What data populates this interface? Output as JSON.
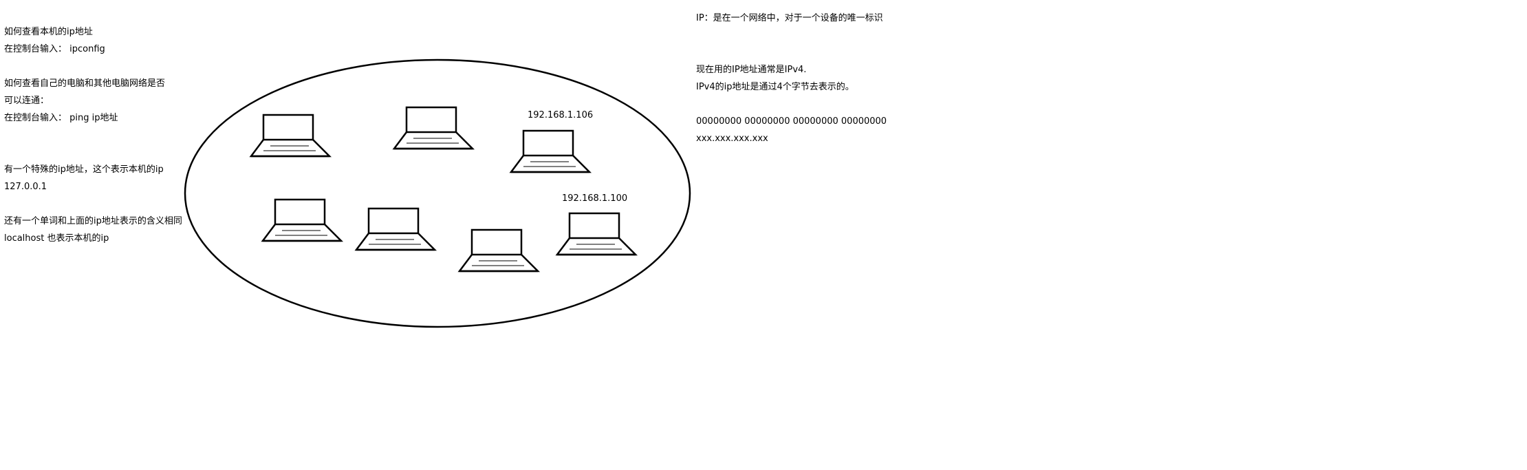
{
  "left_notes": [
    "如何查看本机的ip地址",
    "在控制台输入： ipconfig",
    "",
    "如何查看自己的电脑和其他电脑网络是否",
    "可以连通：",
    "在控制台输入： ping ip地址",
    "",
    "",
    "有一个特殊的ip地址，这个表示本机的ip",
    "127.0.0.1",
    "",
    "还有一个单词和上面的ip地址表示的含义相同",
    "localhost 也表示本机的ip"
  ],
  "right_notes": [
    "IP：是在一个网络中，对于一个设备的唯一标识",
    "",
    "",
    "现在用的IP地址通常是IPv4.",
    "IPv4的ip地址是通过4个字节去表示的。",
    "",
    "00000000 00000000 00000000 00000000",
    "xxx.xxx.xxx.xxx"
  ],
  "diagram": {
    "ip_labels": [
      "192.168.1.106",
      "192.168.1.100"
    ],
    "laptops": [
      {
        "name": "laptop-1",
        "label": ""
      },
      {
        "name": "laptop-2",
        "label": ""
      },
      {
        "name": "laptop-3",
        "label": "192.168.1.106"
      },
      {
        "name": "laptop-4",
        "label": ""
      },
      {
        "name": "laptop-5",
        "label": ""
      },
      {
        "name": "laptop-6",
        "label": ""
      },
      {
        "name": "laptop-7",
        "label": "192.168.1.100"
      }
    ],
    "stroke_color": "#000000",
    "background_color": "#ffffff"
  }
}
